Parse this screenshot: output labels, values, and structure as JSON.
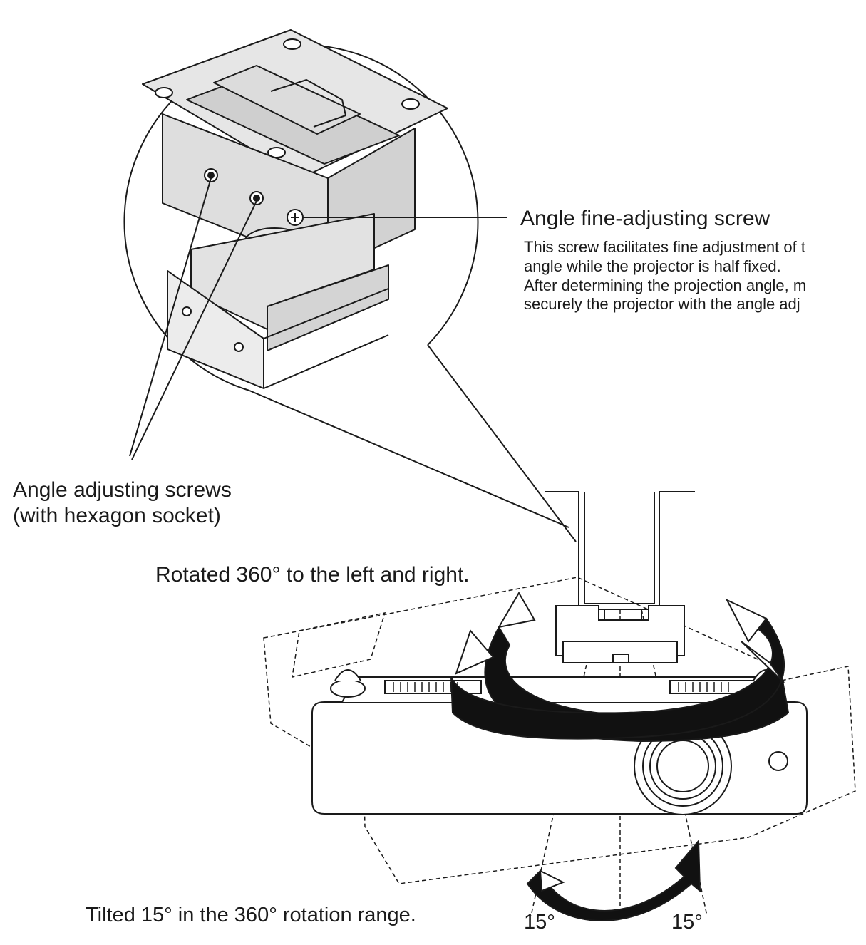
{
  "labels": {
    "fine_screw": {
      "title": "Angle fine-adjusting screw",
      "lines": [
        "This screw facilitates fine adjustment of t",
        "angle while the projector is half fixed.",
        "After determining the projection angle, m",
        "securely the projector with the angle adj"
      ]
    },
    "adjusting_screws": {
      "line1": "Angle adjusting screws",
      "line2": "(with hexagon socket)"
    },
    "rotation": "Rotated 360° to the left and right.",
    "tilt": "Tilted 15° in the 360° rotation range.",
    "angle_left": "15°",
    "angle_right": "15°"
  },
  "colors": {
    "line": "#1a1a1a",
    "bracket_fill": "#e6e6e6",
    "bracket_dark": "#cfcfcf"
  }
}
